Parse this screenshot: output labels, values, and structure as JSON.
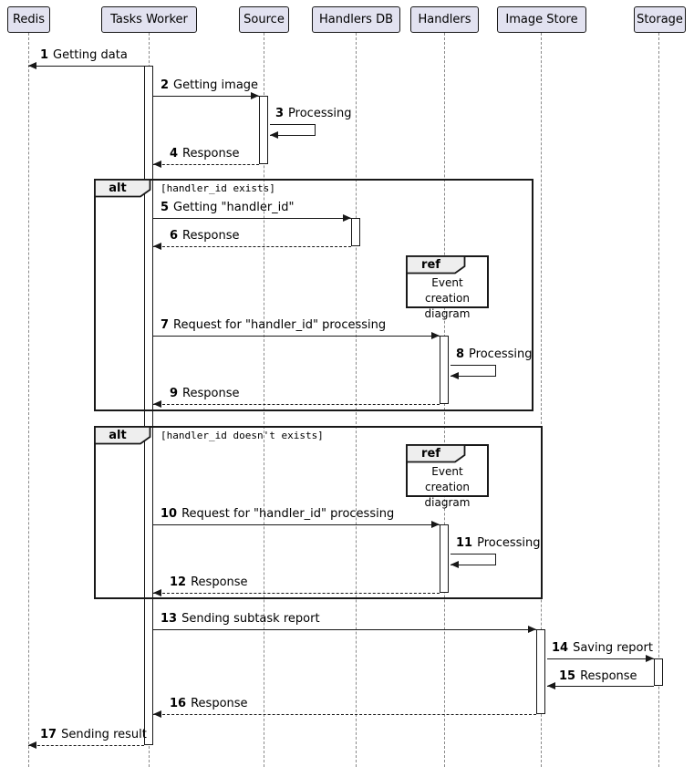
{
  "diagram": {
    "type": "uml-sequence",
    "participants": [
      {
        "name": "Redis"
      },
      {
        "name": "Tasks Worker"
      },
      {
        "name": "Source"
      },
      {
        "name": "Handlers DB"
      },
      {
        "name": "Handlers"
      },
      {
        "name": "Image Store"
      },
      {
        "name": "Storage"
      }
    ],
    "messages": [
      {
        "num": "1",
        "text": "Getting data",
        "from": "Tasks Worker",
        "to": "Redis",
        "line": "solid"
      },
      {
        "num": "2",
        "text": "Getting image",
        "from": "Tasks Worker",
        "to": "Source",
        "line": "solid"
      },
      {
        "num": "3",
        "text": "Processing",
        "from": "Source",
        "to": "Source",
        "line": "solid"
      },
      {
        "num": "4",
        "text": "Response",
        "from": "Source",
        "to": "Tasks Worker",
        "line": "dashed"
      },
      {
        "num": "5",
        "text": "Getting \"handler_id\"",
        "from": "Tasks Worker",
        "to": "Handlers DB",
        "line": "solid"
      },
      {
        "num": "6",
        "text": "Response",
        "from": "Handlers DB",
        "to": "Tasks Worker",
        "line": "dashed"
      },
      {
        "num": "7",
        "text": "Request for \"handler_id\" processing",
        "from": "Tasks Worker",
        "to": "Handlers",
        "line": "solid"
      },
      {
        "num": "8",
        "text": "Processing",
        "from": "Handlers",
        "to": "Handlers",
        "line": "solid"
      },
      {
        "num": "9",
        "text": "Response",
        "from": "Handlers",
        "to": "Tasks Worker",
        "line": "dashed"
      },
      {
        "num": "10",
        "text": "Request for \"handler_id\" processing",
        "from": "Tasks Worker",
        "to": "Handlers",
        "line": "solid"
      },
      {
        "num": "11",
        "text": "Processing",
        "from": "Handlers",
        "to": "Handlers",
        "line": "solid"
      },
      {
        "num": "12",
        "text": "Response",
        "from": "Handlers",
        "to": "Tasks Worker",
        "line": "dashed"
      },
      {
        "num": "13",
        "text": "Sending subtask report",
        "from": "Tasks Worker",
        "to": "Image Store",
        "line": "solid"
      },
      {
        "num": "14",
        "text": "Saving report",
        "from": "Image Store",
        "to": "Storage",
        "line": "solid"
      },
      {
        "num": "15",
        "text": "Response",
        "from": "Storage",
        "to": "Image Store",
        "line": "solid"
      },
      {
        "num": "16",
        "text": "Response",
        "from": "Image Store",
        "to": "Tasks Worker",
        "line": "dashed"
      },
      {
        "num": "17",
        "text": "Sending result",
        "from": "Tasks Worker",
        "to": "Redis",
        "line": "dashed"
      }
    ],
    "frames": [
      {
        "label": "alt",
        "guard": "[handler_id exists]"
      },
      {
        "label": "alt",
        "guard": "[handler_id doesn't exists]"
      }
    ],
    "refs": [
      {
        "label": "ref",
        "text": "Event creation diagram"
      },
      {
        "label": "ref",
        "text": "Event creation diagram"
      }
    ],
    "colors": {
      "participant_fill": "#E2E2F0",
      "frame_tab_fill": "#EEEEEE",
      "border": "#181818",
      "lifeline": "#8A8A8A",
      "background": "#FFFFFF"
    }
  }
}
